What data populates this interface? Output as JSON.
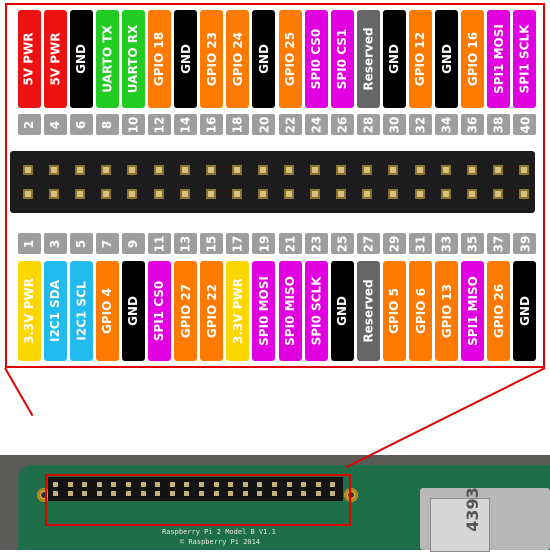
{
  "title": "",
  "colors": {
    "power_5v": "#ee1111",
    "power_33v": "#ffd700",
    "ground": "#000000",
    "uart": "#22cc22",
    "gpio": "#ff7a00",
    "spi": "#e000e0",
    "i2c": "#22bbee",
    "reserved": "#666666",
    "number_box": "#9e9e9e",
    "zoom_outline": "#e00000"
  },
  "even_pins": [
    {
      "pin": "2",
      "label": "5V PWR",
      "kind": "power_5v"
    },
    {
      "pin": "4",
      "label": "5V PWR",
      "kind": "power_5v"
    },
    {
      "pin": "6",
      "label": "GND",
      "kind": "ground"
    },
    {
      "pin": "8",
      "label": "UARTO TX",
      "kind": "uart"
    },
    {
      "pin": "10",
      "label": "UARTO RX",
      "kind": "uart"
    },
    {
      "pin": "12",
      "label": "GPIO 18",
      "kind": "gpio"
    },
    {
      "pin": "14",
      "label": "GND",
      "kind": "ground"
    },
    {
      "pin": "16",
      "label": "GPIO 23",
      "kind": "gpio"
    },
    {
      "pin": "18",
      "label": "GPIO 24",
      "kind": "gpio"
    },
    {
      "pin": "20",
      "label": "GND",
      "kind": "ground"
    },
    {
      "pin": "22",
      "label": "GPIO 25",
      "kind": "gpio"
    },
    {
      "pin": "24",
      "label": "SPI0 CS0",
      "kind": "spi"
    },
    {
      "pin": "26",
      "label": "SPI0 CS1",
      "kind": "spi"
    },
    {
      "pin": "28",
      "label": "Reserved",
      "kind": "reserved"
    },
    {
      "pin": "30",
      "label": "GND",
      "kind": "ground"
    },
    {
      "pin": "32",
      "label": "GPIO 12",
      "kind": "gpio"
    },
    {
      "pin": "34",
      "label": "GND",
      "kind": "ground"
    },
    {
      "pin": "36",
      "label": "GPIO 16",
      "kind": "gpio"
    },
    {
      "pin": "38",
      "label": "SPI1 MOSI",
      "kind": "spi"
    },
    {
      "pin": "40",
      "label": "SPI1 SCLK",
      "kind": "spi"
    }
  ],
  "odd_pins": [
    {
      "pin": "1",
      "label": "3.3V PWR",
      "kind": "power_33v"
    },
    {
      "pin": "3",
      "label": "I2C1 SDA",
      "kind": "i2c"
    },
    {
      "pin": "5",
      "label": "I2C1 SCL",
      "kind": "i2c"
    },
    {
      "pin": "7",
      "label": "GPIO 4",
      "kind": "gpio"
    },
    {
      "pin": "9",
      "label": "GND",
      "kind": "ground"
    },
    {
      "pin": "11",
      "label": "SPI1 CS0",
      "kind": "spi"
    },
    {
      "pin": "13",
      "label": "GPIO 27",
      "kind": "gpio"
    },
    {
      "pin": "15",
      "label": "GPIO 22",
      "kind": "gpio"
    },
    {
      "pin": "17",
      "label": "3.3V PWR",
      "kind": "power_33v"
    },
    {
      "pin": "19",
      "label": "SPI0 MOSI",
      "kind": "spi"
    },
    {
      "pin": "21",
      "label": "SPI0 MISO",
      "kind": "spi"
    },
    {
      "pin": "23",
      "label": "SPI0 SCLK",
      "kind": "spi"
    },
    {
      "pin": "25",
      "label": "GND",
      "kind": "ground"
    },
    {
      "pin": "27",
      "label": "Reserved",
      "kind": "reserved"
    },
    {
      "pin": "29",
      "label": "GPIO 5",
      "kind": "gpio"
    },
    {
      "pin": "31",
      "label": "GPIO 6",
      "kind": "gpio"
    },
    {
      "pin": "33",
      "label": "GPIO 13",
      "kind": "gpio"
    },
    {
      "pin": "35",
      "label": "SPI1 MISO",
      "kind": "spi"
    },
    {
      "pin": "37",
      "label": "GPIO 26",
      "kind": "gpio"
    },
    {
      "pin": "39",
      "label": "GND",
      "kind": "ground"
    }
  ],
  "board": {
    "silk_model": "Raspberry Pi 2 Model B V1.1",
    "silk_copyright": "© Raspberry Pi 2014",
    "connector_mark": "4393"
  }
}
